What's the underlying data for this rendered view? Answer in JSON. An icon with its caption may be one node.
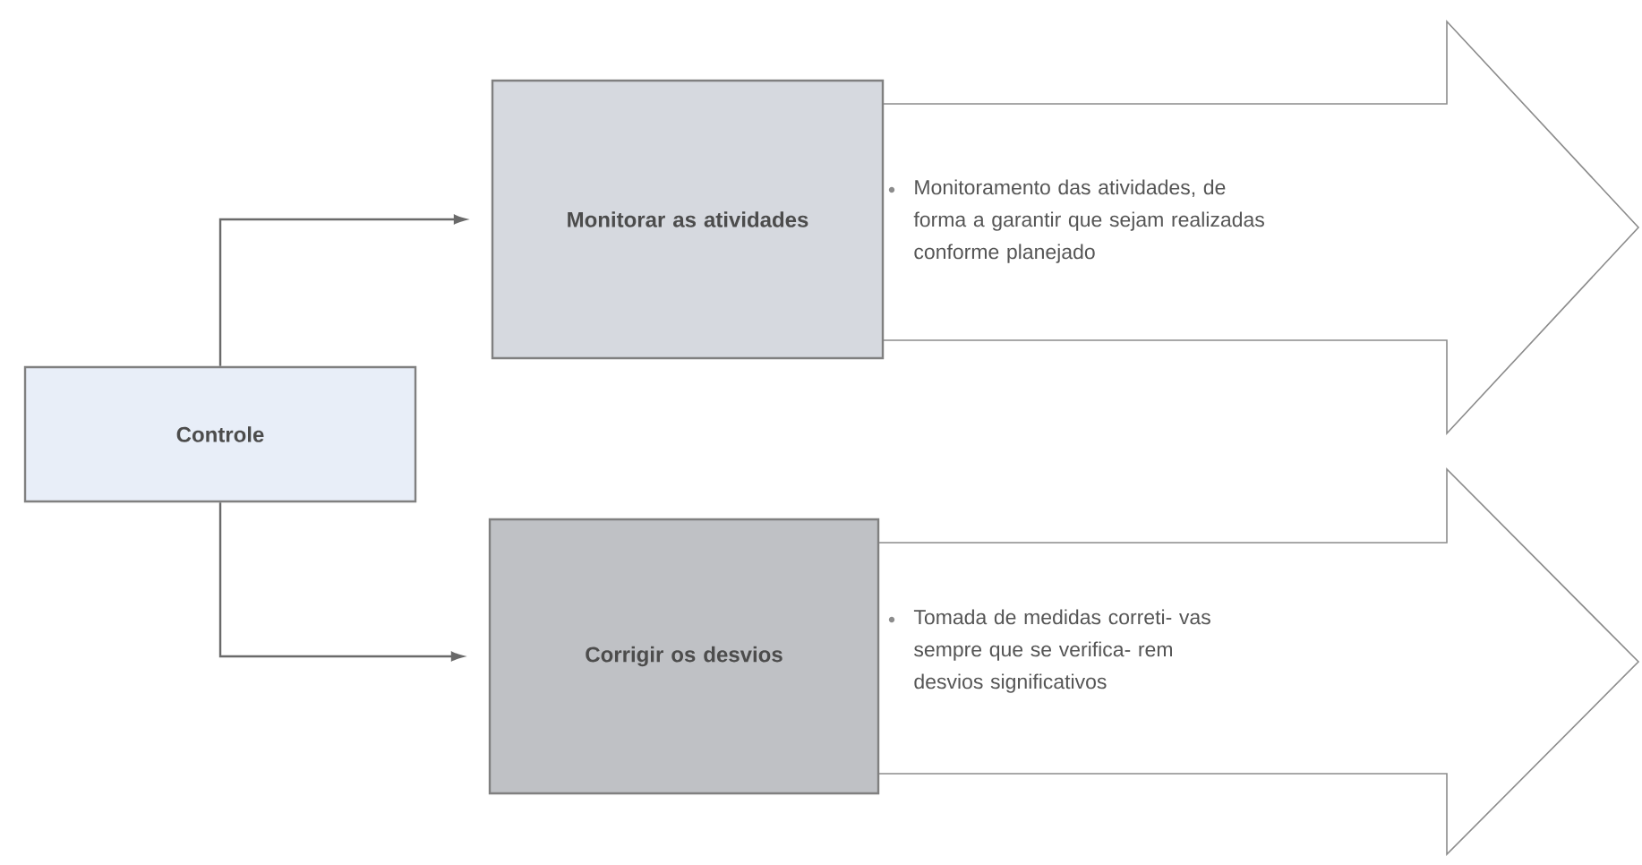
{
  "diagram": {
    "nodes": [
      {
        "text": [
          "Controle"
        ]
      },
      {
        "text": [
          "Monitorar as atividades"
        ]
      },
      {
        "text": [
          "Monitoramento das atividades, de forma a garantir que sejam realizadas conforme planejado"
        ]
      },
      {
        "text": [
          "Corrigir os desvios"
        ]
      },
      {
        "text": [
          "Tomada de medidas correti- vas sempre que se verifica- rem desvios significativos"
        ]
      }
    ],
    "edges": [
      {
        "from": 0,
        "to": 1,
        "arrow": "to"
      },
      {
        "from": 0,
        "to": 3,
        "arrow": "to"
      }
    ]
  }
}
